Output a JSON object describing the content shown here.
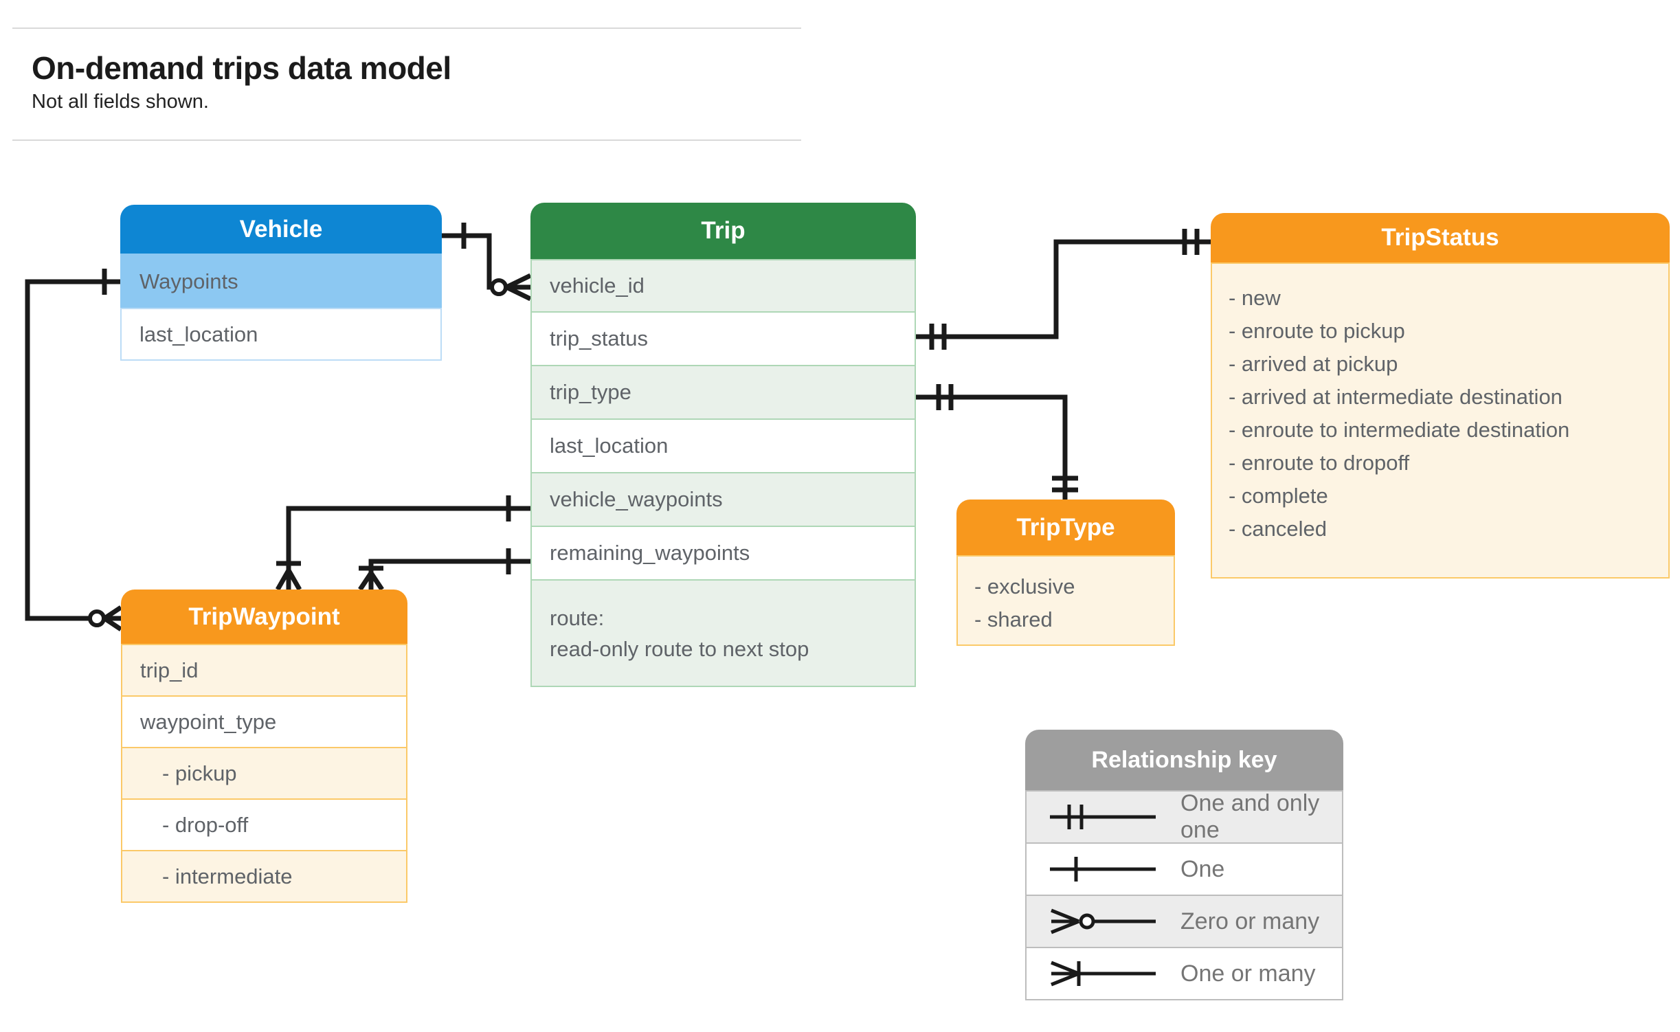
{
  "page": {
    "title": "On-demand trips data model",
    "subtitle": "Not all fields shown."
  },
  "tables": {
    "vehicle": {
      "title": "Vehicle",
      "fields": [
        "Waypoints",
        "last_location"
      ]
    },
    "trip": {
      "title": "Trip",
      "fields": [
        "vehicle_id",
        "trip_status",
        "trip_type",
        "last_location",
        "vehicle_waypoints",
        "remaining_waypoints"
      ],
      "route_lines": [
        "route:",
        "read-only route to next stop"
      ]
    },
    "tripStatus": {
      "title": "TripStatus",
      "values": [
        "- new",
        "- enroute to pickup",
        "- arrived at pickup",
        "- arrived at intermediate destination",
        "- enroute to intermediate destination",
        "- enroute to dropoff",
        "- complete",
        "- canceled"
      ]
    },
    "tripType": {
      "title": "TripType",
      "values": [
        "- exclusive",
        "- shared"
      ]
    },
    "tripWaypoint": {
      "title": "TripWaypoint",
      "fields": [
        "trip_id",
        "waypoint_type",
        "- pickup",
        "- drop-off",
        "- intermediate"
      ]
    }
  },
  "legend": {
    "title": "Relationship key",
    "rows": [
      {
        "symbol": "one-and-only-one",
        "label": "One and only one"
      },
      {
        "symbol": "one",
        "label": "One"
      },
      {
        "symbol": "zero-or-many",
        "label": "Zero or many"
      },
      {
        "symbol": "one-or-many",
        "label": "One or many"
      }
    ]
  },
  "relationships": [
    {
      "from": "Vehicle",
      "to": "Trip.vehicle_id",
      "from_cardinality": "one",
      "to_cardinality": "zero-or-many"
    },
    {
      "from": "Vehicle.Waypoints",
      "to": "TripWaypoint",
      "from_cardinality": "one",
      "to_cardinality": "zero-or-many"
    },
    {
      "from": "Trip.trip_status",
      "to": "TripStatus",
      "from_cardinality": "one-and-only-one",
      "to_cardinality": "one-and-only-one"
    },
    {
      "from": "Trip.trip_type",
      "to": "TripType",
      "from_cardinality": "one-and-only-one",
      "to_cardinality": "one-and-only-one"
    },
    {
      "from": "Trip.vehicle_waypoints",
      "to": "TripWaypoint",
      "from_cardinality": "one",
      "to_cardinality": "one-or-many"
    },
    {
      "from": "Trip.remaining_waypoints",
      "to": "TripWaypoint",
      "from_cardinality": "one",
      "to_cardinality": "one-or-many"
    }
  ],
  "colors": {
    "vehicle_header": "#0e86d3",
    "vehicle_highlight_row": "#8cc8f2",
    "trip_header": "#2e8846",
    "trip_tint_row": "#e9f1ea",
    "enum_header": "#f8981d",
    "enum_tint_row": "#fdf4e3",
    "legend_header": "#9e9e9e",
    "legend_tint_row": "#ececec",
    "connector": "#1a1a1a",
    "field_text": "#5f6368"
  }
}
